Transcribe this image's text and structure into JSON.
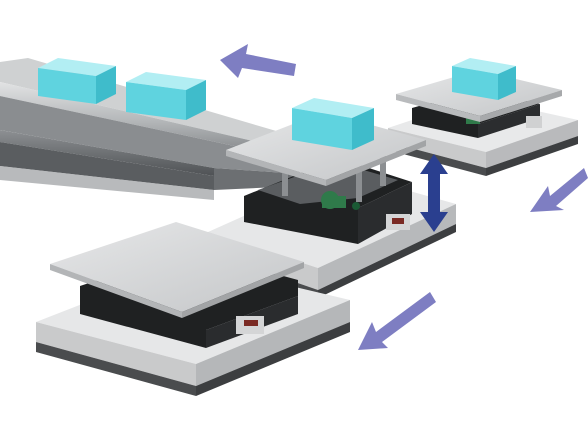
{
  "scene": {
    "description_text": "",
    "colors": {
      "background": "#ffffff",
      "conveyor_light": "#d9dadb",
      "conveyor_mid": "#a9acae",
      "conveyor_dark": "#6f7275",
      "cube_top": "#a8ecf2",
      "cube_front": "#5fd3df",
      "cube_side": "#3fbccb",
      "plate_top": "#d6d7d8",
      "plate_edge": "#b9bbbd",
      "base_top": "#e4e5e6",
      "base_front": "#c9cacb",
      "base_dark": "#4a4c4e",
      "bellows": "#1f2122",
      "motor_green": "#2f7a4a",
      "arrow_purple": "#7e7ec2",
      "arrow_navy": "#2a3f8f"
    },
    "objects": {
      "cubes": 4,
      "lift_units": 3,
      "flow_arrows": 3,
      "lift_arrow": "up-down"
    }
  }
}
